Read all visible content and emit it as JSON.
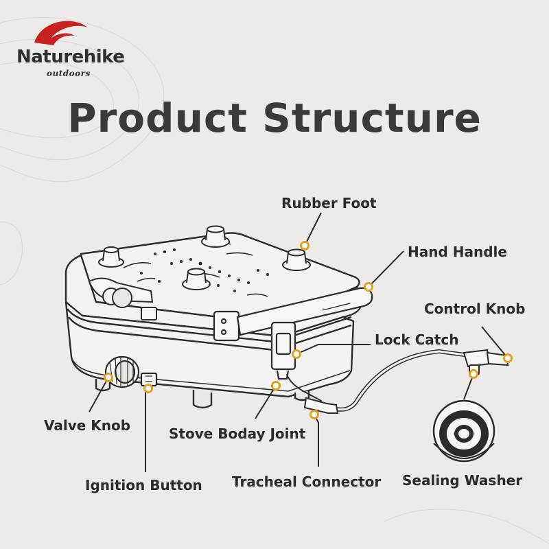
{
  "brand": {
    "name": "Naturehike",
    "tagline": "outdoors",
    "accent_color": "#c8201e"
  },
  "title": "Product Structure",
  "labels": {
    "rubber_foot": "Rubber Foot",
    "hand_handle": "Hand Handle",
    "control_knob": "Control Knob",
    "lock_catch": "Lock Catch",
    "valve_knob": "Valve Knob",
    "stove_body_joint": "Stove Boday Joint",
    "ignition_button": "Ignition Button",
    "tracheal_connector": "Tracheal Connector",
    "sealing_washer": "Sealing Washer"
  },
  "colors": {
    "background": "#ecebe9",
    "marker": "#e6a020",
    "line": "#2b2b2b"
  }
}
